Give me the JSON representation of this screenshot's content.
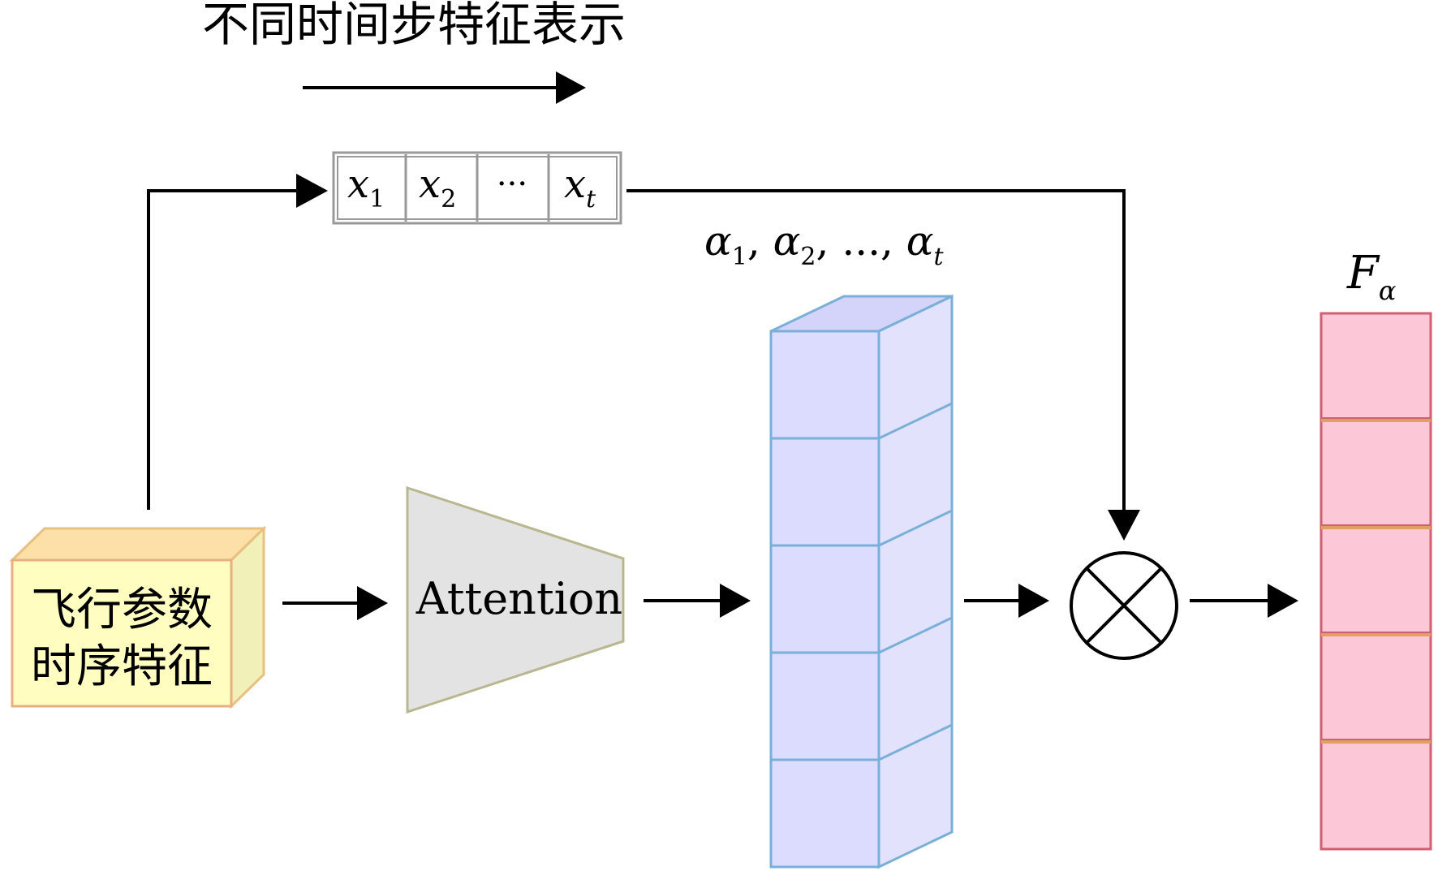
{
  "header": {
    "title": "不同时间步特征表示"
  },
  "input_block": {
    "line1": "飞行参数",
    "line2": "时序特征"
  },
  "attention_block": {
    "label": "Attention"
  },
  "sequence": {
    "cells": [
      {
        "base": "x",
        "sub": "1"
      },
      {
        "base": "x",
        "sub": "2"
      },
      {
        "base": "···",
        "sub": ""
      },
      {
        "base": "x",
        "sub": "t"
      }
    ]
  },
  "weights": {
    "alpha1": {
      "base": "α",
      "sub": "1",
      "sep": ", "
    },
    "alpha2": {
      "base": "α",
      "sub": "2",
      "sep": ", "
    },
    "ellipsis": "..., ",
    "alphat": {
      "base": "α",
      "sub": "t"
    }
  },
  "output": {
    "base": "F",
    "sub": "α"
  },
  "colors": {
    "input_front": "#fffdc0",
    "input_border": "#e8b080",
    "attention_fill": "#e3e3e3",
    "attention_border": "#b8b890",
    "weight_front": "#dcdcff",
    "weight_border": "#7ab0d8",
    "output_fill": "#fcc8d8",
    "output_border": "#d06070"
  },
  "icons": [
    "arrow-right-icon",
    "arrow-down-icon",
    "multiply-circle-icon"
  ]
}
